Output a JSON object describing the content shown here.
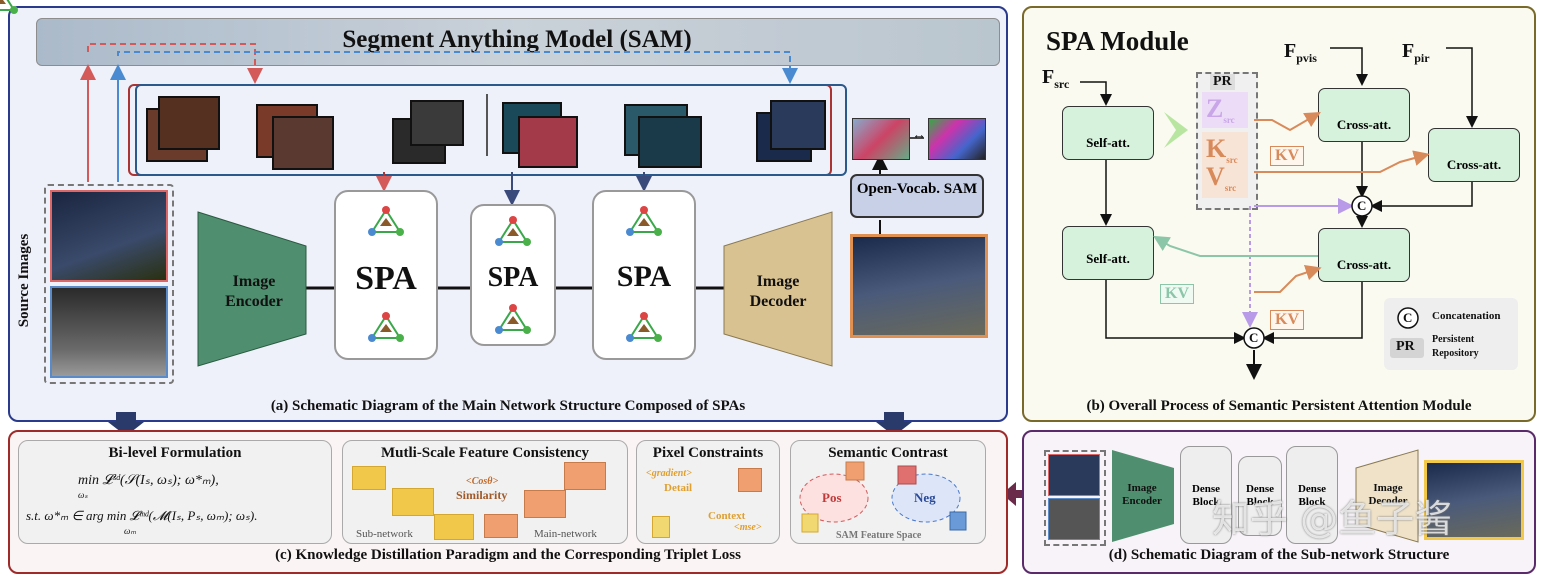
{
  "panel_a": {
    "sam_title": "Segment Anything Model (SAM)",
    "source_label": "Source Images",
    "encoder": "Image Encoder",
    "decoder": "Image Decoder",
    "spa1": "SPA",
    "spa2": "SPA",
    "spa3": "SPA",
    "open_vocab": "Open-Vocab. SAM",
    "caption": "(a) Schematic Diagram of the Main Network Structure Composed of SPAs"
  },
  "panel_b": {
    "title": "SPA Module",
    "f_src": "F",
    "f_src_sub": "src",
    "f_pvis": "F",
    "f_pvis_sub": "pvis",
    "f_pir": "F",
    "f_pir_sub": "pir",
    "self_att_1": "Self-att.",
    "self_att_2": "Self-att.",
    "cross_att_1": "Cross-att.",
    "cross_att_2": "Cross-att.",
    "cross_att_3": "Cross-att.",
    "pr": "PR",
    "z": "Z",
    "k": "K",
    "v": "V",
    "src": "src",
    "kv": "KV",
    "concat_symbol": "C",
    "legend_concat": "Concatenation",
    "legend_pr_abbr": "PR",
    "legend_pr_1": "Persistent",
    "legend_pr_2": "Repository",
    "caption": "(b) Overall Process of Semantic Persistent Attention Module"
  },
  "panel_c": {
    "bilevel_title": "Bi-level Formulation",
    "bilevel_line1": "min 𝓛ˢᵈ(𝒮(Iₛ, ωₛ); ω*ₘ),",
    "bilevel_line1_sub": "ωₛ",
    "bilevel_line2": "s.t. ω*ₘ ∈ arg min 𝓛ᵐᵈ(𝓜(Iₛ, Pₛ, ωₘ); ωₛ).",
    "bilevel_line2_sub": "ωₘ",
    "msfc_title": "Mutli-Scale Feature Consistency",
    "cos": "<Cosθ>",
    "similarity": "Similarity",
    "subnet": "Sub-network",
    "mainnet": "Main-network",
    "pixel_title": "Pixel Constraints",
    "gradient": "<gradient>",
    "detail": "Detail",
    "context": "Context",
    "mse": "<mse>",
    "semantic_title": "Semantic Contrast",
    "pos": "Pos",
    "neg": "Neg",
    "sam_space": "SAM Feature Space",
    "caption": "(c) Knowledge Distillation Paradigm and the Corresponding Triplet Loss"
  },
  "panel_d": {
    "encoder": "Image Encoder",
    "dense1": "Dense Block",
    "dense2": "Dense Block",
    "dense3": "Dense Block",
    "decoder": "Image Decoder",
    "watermark": "知乎 @鱼子酱",
    "caption": "(d) Schematic Diagram of the Sub-network Structure"
  },
  "colors": {
    "blue_border": "#2a3a8c",
    "olive_border": "#7a6a2a",
    "red_border": "#9e2a2a",
    "purple_border": "#5a2a6a",
    "encoder": "#4f8f6f",
    "decoder": "#d9c291",
    "attn_green": "#d6f2dc",
    "orange": "#d98a5a",
    "teal": "#8cc6a8"
  }
}
